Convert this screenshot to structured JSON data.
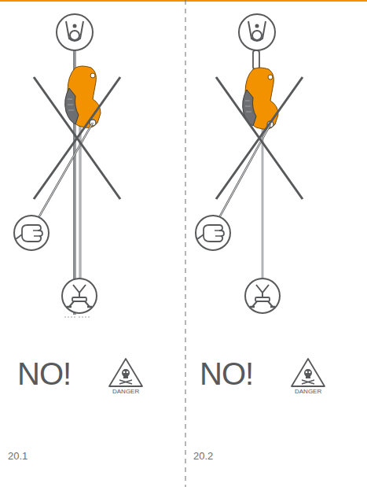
{
  "diagram": {
    "labels": [
      "NO!",
      "DANGER",
      "NO!",
      "DANGER",
      "20.1",
      "20.2"
    ]
  }
}
